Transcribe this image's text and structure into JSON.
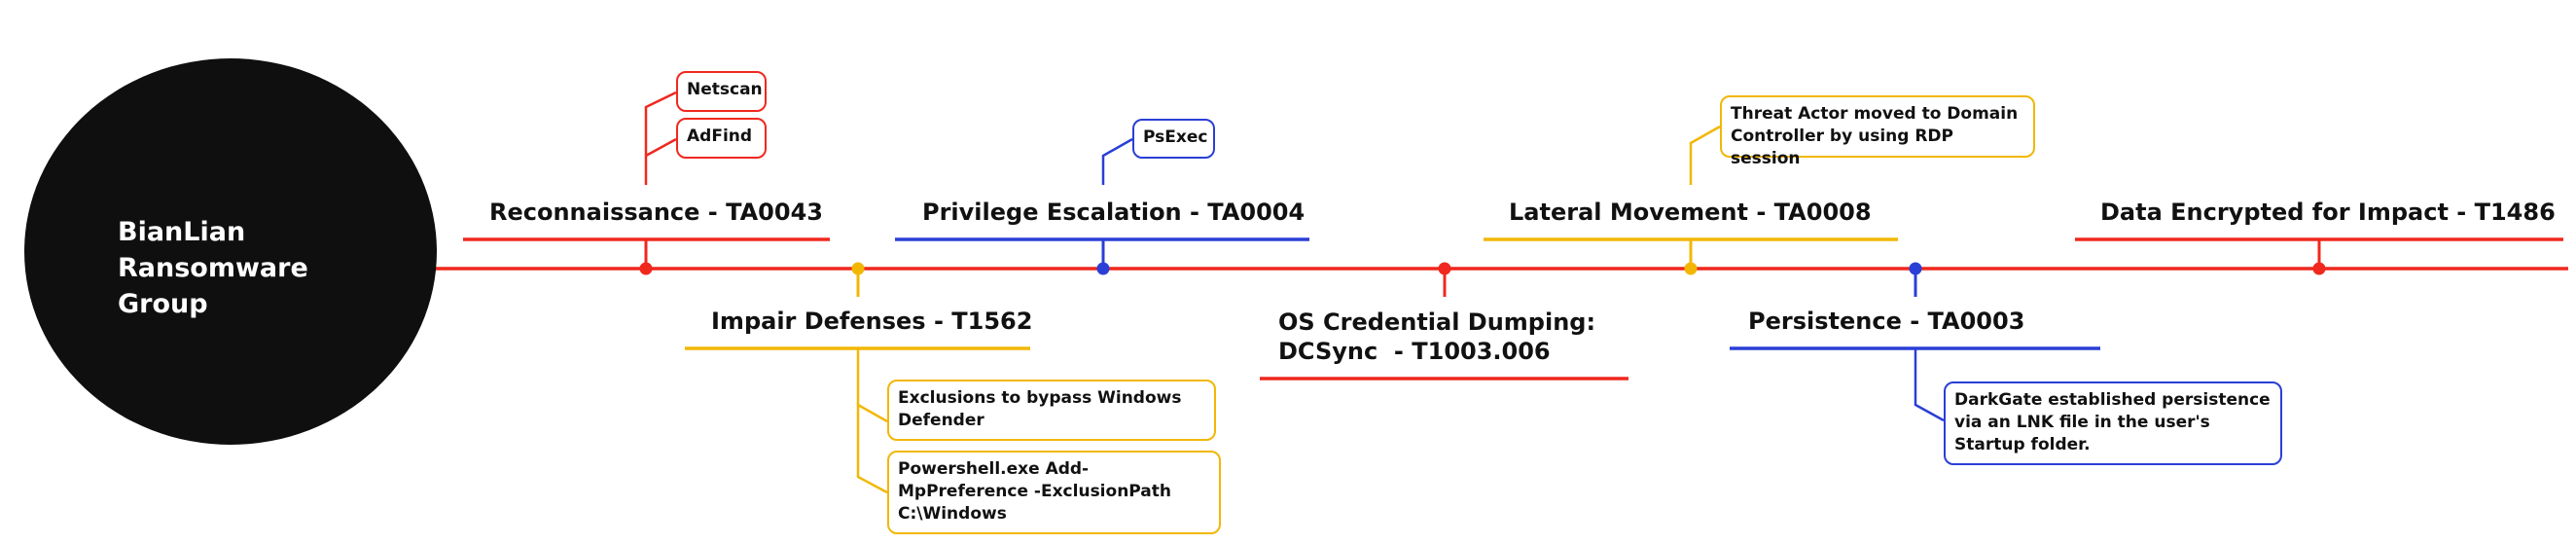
{
  "diagram": {
    "actor": {
      "name": "BianLian Ransomware Group",
      "lines": [
        "BianLian",
        "Ransomware",
        "Group"
      ]
    },
    "colors": {
      "red": "#f0281e",
      "yellow": "#f2b705",
      "blue": "#2a3fd6",
      "actor": "#0f0f0f"
    },
    "stages": [
      {
        "id": "recon",
        "title": "Reconnaissance - TA0043",
        "color": "red",
        "side": "above",
        "details": [
          "Netscan",
          "AdFind"
        ]
      },
      {
        "id": "impair",
        "title": "Impair Defenses - T1562",
        "color": "yellow",
        "side": "below",
        "details": [
          "Exclusions to bypass Windows Defender",
          "Powershell.exe Add-MpPreference -ExclusionPath C:\\Windows"
        ]
      },
      {
        "id": "privesc",
        "title": "Privilege Escalation - TA0004",
        "color": "blue",
        "side": "above",
        "details": [
          "PsExec"
        ]
      },
      {
        "id": "credump",
        "title_lines": [
          "OS Credential Dumping:",
          "DCSync  - T1003.006"
        ],
        "color": "red",
        "side": "below",
        "details": []
      },
      {
        "id": "lateral",
        "title": "Lateral Movement - TA0008",
        "color": "yellow",
        "side": "above",
        "details": [
          "Threat Actor moved to Domain Controller by using RDP session"
        ]
      },
      {
        "id": "persist",
        "title": "Persistence - TA0003",
        "color": "blue",
        "side": "below",
        "details": [
          "DarkGate established persistence via an LNK file in the user's Startup folder."
        ]
      },
      {
        "id": "impact",
        "title": "Data Encrypted for Impact - T1486",
        "color": "red",
        "side": "above",
        "details": []
      }
    ]
  }
}
